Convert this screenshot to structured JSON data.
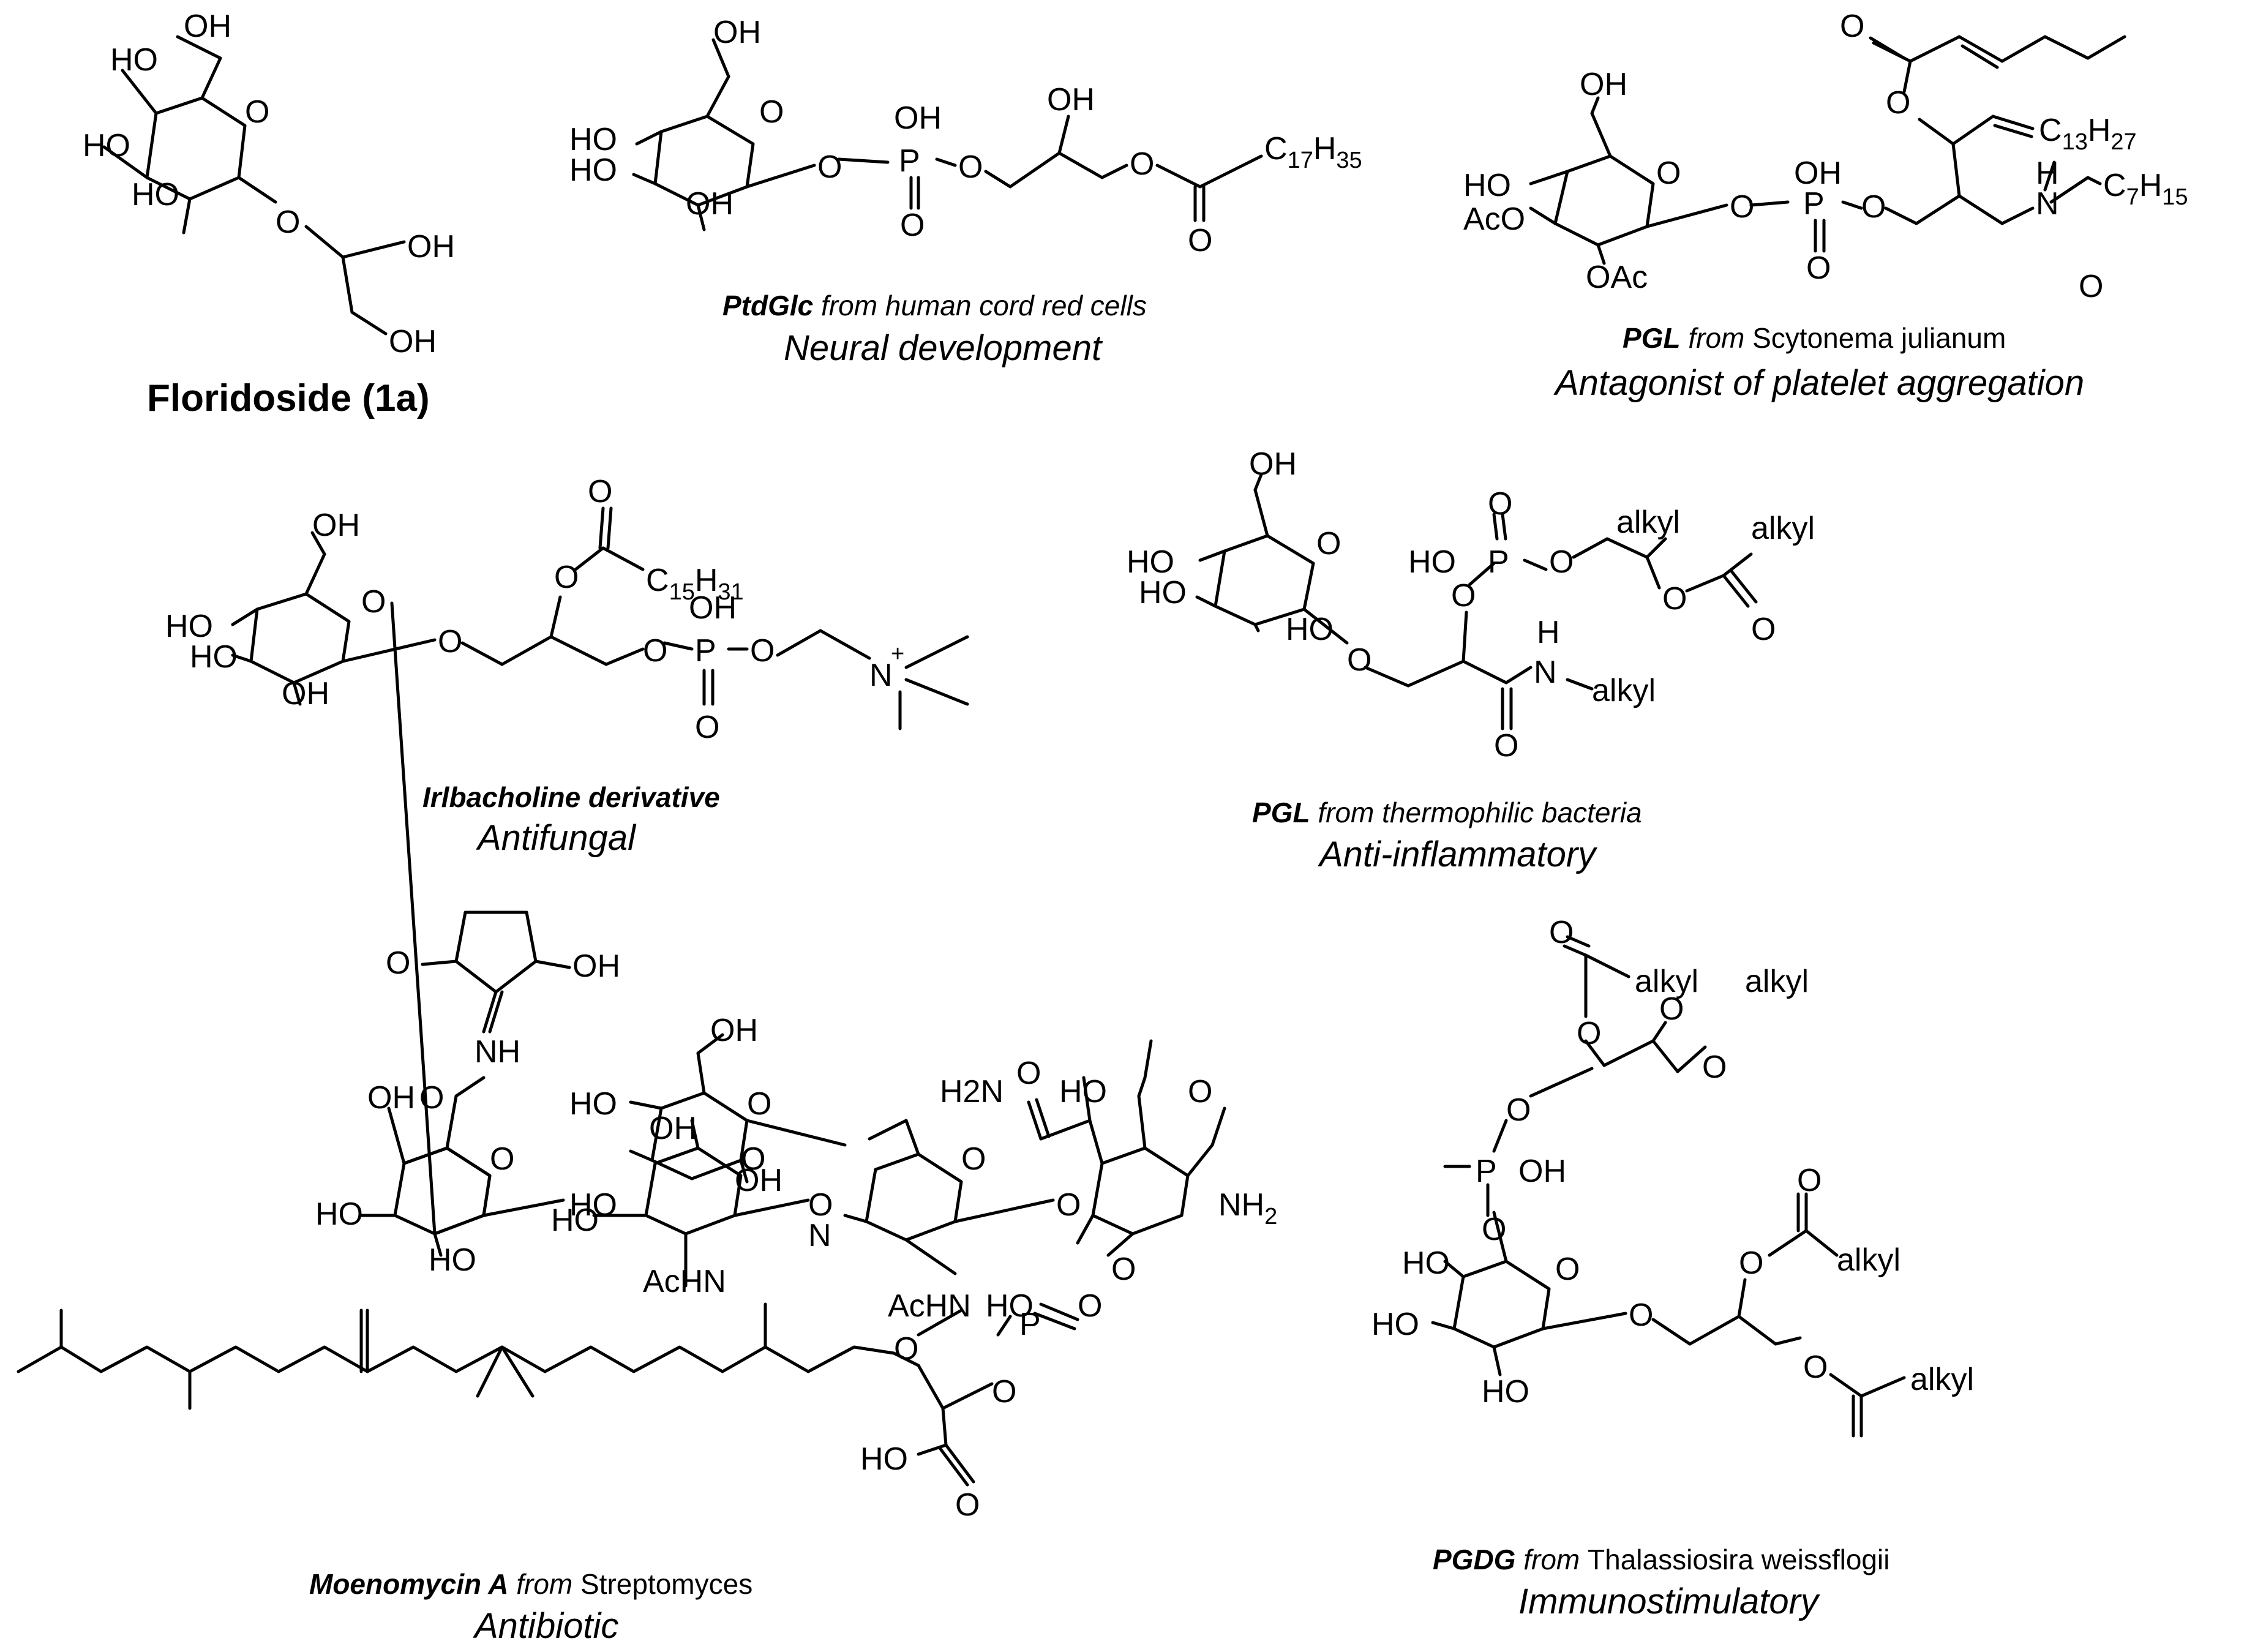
{
  "compounds": {
    "floridoside": {
      "label": "Floridoside (1a)",
      "groups": [
        "HO",
        "OH",
        "HO",
        "HO",
        "O",
        "O",
        "OH",
        "OH"
      ]
    },
    "ptdglc": {
      "name": "PtdGlc",
      "source_prefix": " from human cord red cells",
      "activity": "Neural development",
      "groups": [
        "OH",
        "HO",
        "HO",
        "OH",
        "O",
        "O",
        "OH",
        "P",
        "O",
        "O",
        "OH",
        "O",
        "C",
        "17",
        "H",
        "35",
        "O"
      ]
    },
    "pgl_scytonema": {
      "name": "PGL",
      "from": " from ",
      "organism": "Scytonema julianum",
      "activity": "Antagonist of platelet aggregation",
      "groups": [
        "O",
        "O",
        "OH",
        "HO",
        "AcO",
        "OAc",
        "O",
        "O",
        "OH",
        "P",
        "O",
        "O",
        "C",
        "13",
        "H",
        "27",
        "N",
        "H",
        "C",
        "7",
        "H",
        "15",
        "O"
      ]
    },
    "irlbacholine": {
      "name": "Irlbacholine derivative",
      "activity": "Antifungal",
      "groups": [
        "OH",
        "HO",
        "HO",
        "OH",
        "O",
        "O",
        "O",
        "O",
        "C",
        "15",
        "H",
        "31",
        "O",
        "OH",
        "P",
        "O",
        "O",
        "N",
        "+"
      ]
    },
    "pgl_thermophilic": {
      "name": "PGL",
      "source_prefix": " from thermophilic bacteria",
      "activity": "Anti-inflammatory",
      "groups": [
        "OH",
        "HO",
        "HO",
        "HO",
        "O",
        "O",
        "HO",
        "P",
        "O",
        "O",
        "O",
        "alkyl",
        "alkyl",
        "O",
        "O",
        "H",
        "N",
        "alkyl",
        "O"
      ]
    },
    "moenomycin": {
      "name": "Moenomycin A",
      "from": " from ",
      "organism": "Streptomyces",
      "activity": "Antibiotic",
      "groups": [
        "O",
        "OH",
        "NH",
        "O",
        "OH",
        "HO",
        "O",
        "HO",
        "HO",
        "OH",
        "O",
        "HO",
        "OH",
        "O",
        "O",
        "HO",
        "OH",
        "O",
        "AcHN",
        "N",
        "H2N",
        "HO",
        "O",
        "O",
        "O",
        "O",
        "NH2",
        "AcHN",
        "HO",
        "P",
        "O",
        "O",
        "O",
        "O",
        "HO",
        "O"
      ]
    },
    "pgdg": {
      "name": "PGDG",
      "from": " from ",
      "organism": "Thalassiosira weissflogii",
      "activity": "Immunostimulatory",
      "groups": [
        "O",
        "alkyl",
        "alkyl",
        "O",
        "O",
        "O",
        "O",
        "P",
        "OH",
        "O",
        "HO",
        "O",
        "HO",
        "HO",
        "O",
        "O",
        "alkyl",
        "O",
        "alkyl",
        "O"
      ]
    }
  }
}
